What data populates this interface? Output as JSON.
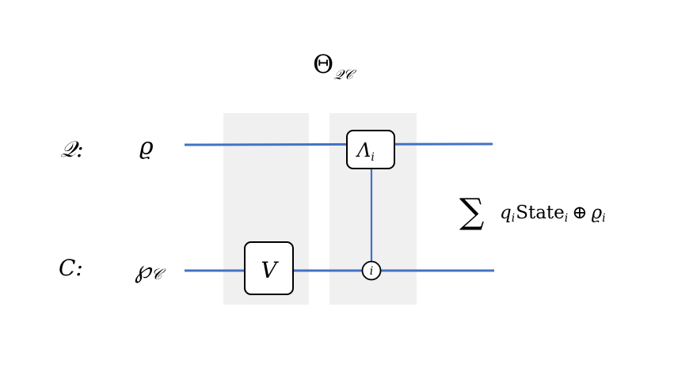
{
  "title": {
    "main": "Θ",
    "sub": "𝒬𝒞"
  },
  "wires": {
    "top": {
      "label": "𝒬:",
      "input": "ϱ"
    },
    "bottom": {
      "label": "C:",
      "input_main": "℘",
      "input_sub": "𝒞"
    }
  },
  "gates": {
    "v": {
      "label": "V"
    },
    "lambda": {
      "label_main": "Λ",
      "label_sub": "i"
    },
    "control": {
      "label": "i"
    }
  },
  "output": {
    "sum_symbol": "∑",
    "q": "q",
    "q_sub": "i",
    "state": "State",
    "state_sub": "i",
    "oplus": "⊕",
    "rho": "ϱ",
    "rho_sub": "i"
  },
  "colors": {
    "wire": "#4472c4",
    "panel": "#f0f0f0",
    "gate_stroke": "#000000",
    "gate_fill": "#ffffff"
  }
}
